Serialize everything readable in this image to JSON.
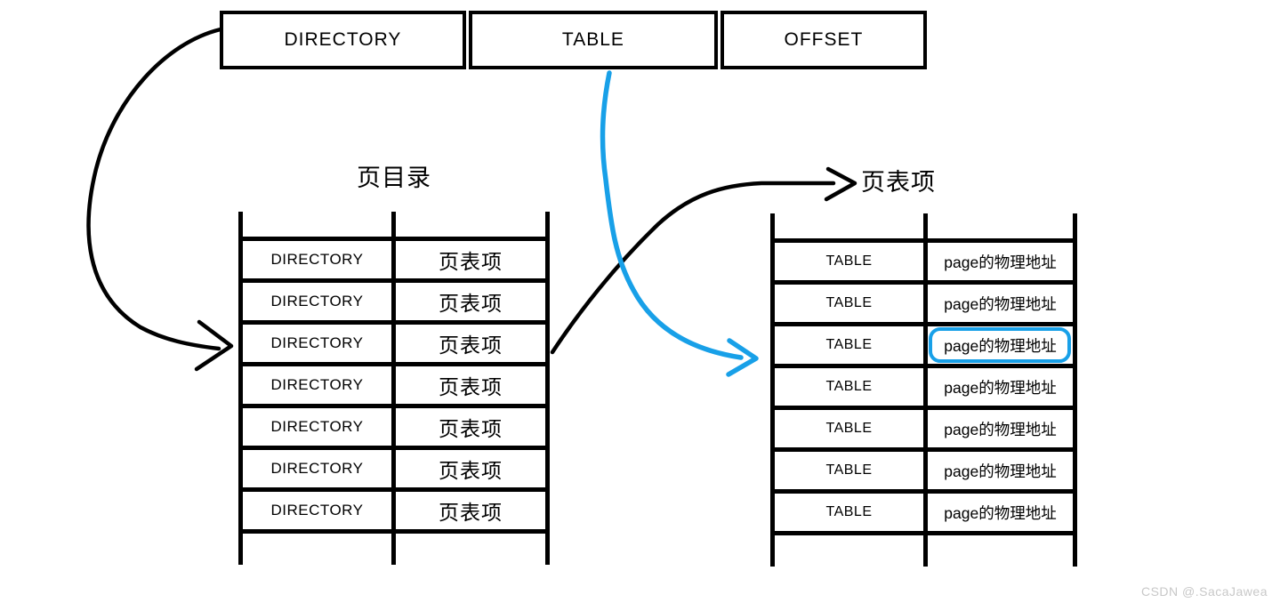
{
  "diagram": {
    "address_bar": {
      "fields": [
        {
          "label": "DIRECTORY"
        },
        {
          "label": "TABLE"
        },
        {
          "label": "OFFSET"
        }
      ]
    },
    "page_directory": {
      "title": "页目录",
      "rows": [
        {
          "left": "DIRECTORY",
          "right": "页表项"
        },
        {
          "left": "DIRECTORY",
          "right": "页表项"
        },
        {
          "left": "DIRECTORY",
          "right": "页表项"
        },
        {
          "left": "DIRECTORY",
          "right": "页表项"
        },
        {
          "left": "DIRECTORY",
          "right": "页表项"
        },
        {
          "left": "DIRECTORY",
          "right": "页表项"
        },
        {
          "left": "DIRECTORY",
          "right": "页表项"
        }
      ]
    },
    "page_table": {
      "title": "页表项",
      "rows": [
        {
          "left": "TABLE",
          "right": "page的物理地址",
          "highlighted": false
        },
        {
          "left": "TABLE",
          "right": "page的物理地址",
          "highlighted": false
        },
        {
          "left": "TABLE",
          "right": "page的物理地址",
          "highlighted": true
        },
        {
          "left": "TABLE",
          "right": "page的物理地址",
          "highlighted": false
        },
        {
          "left": "TABLE",
          "right": "page的物理地址",
          "highlighted": false
        },
        {
          "left": "TABLE",
          "right": "page的物理地址",
          "highlighted": false
        },
        {
          "left": "TABLE",
          "right": "page的物理地址",
          "highlighted": false
        }
      ]
    }
  },
  "watermark": "CSDN @.SacaJawea",
  "colors": {
    "line_black": "#000000",
    "arrow_blue": "#18a0e8",
    "highlight_blue": "#18a0e8",
    "watermark_gray": "#c8c8c8"
  }
}
